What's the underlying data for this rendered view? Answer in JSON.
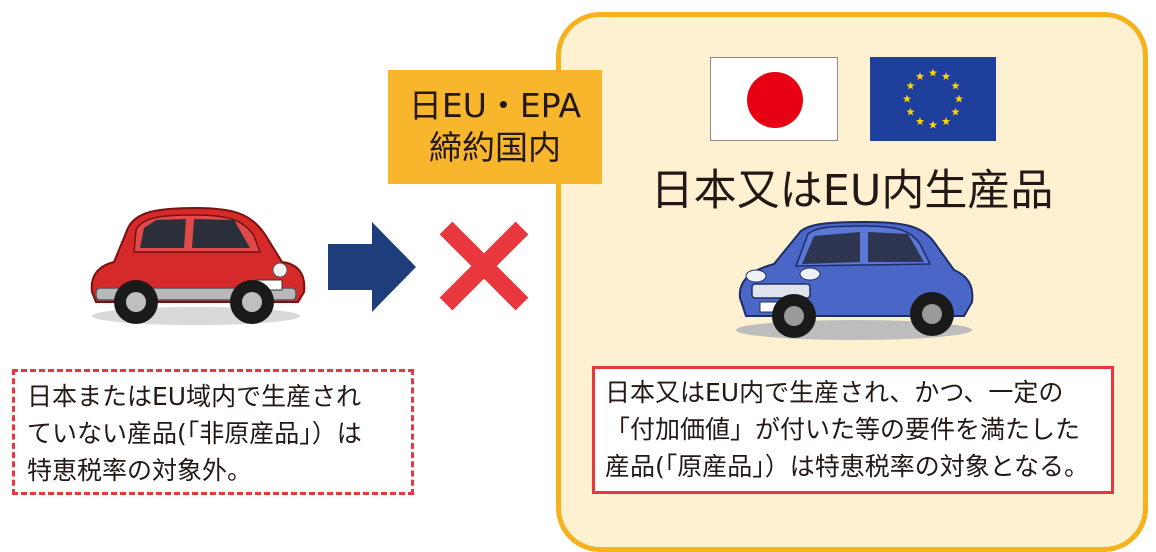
{
  "badge": {
    "line1": "日EU・EPA",
    "line2": "締約国内"
  },
  "right_panel": {
    "title": "日本又はEU内生産品",
    "description_lines": [
      "日本又はEU内で生産され、かつ、一定の",
      "「付加価値」が付いた等の要件を満たした",
      "産品(「原産品」）は特恵税率の対象となる。"
    ]
  },
  "left_box": {
    "description_lines": [
      "日本またはEU域内で生産され",
      "ていない産品(「非原産品」）は",
      "特恵税率の対象外。"
    ]
  },
  "icons": {
    "red_car": "red-vintage-car-icon",
    "blue_car": "blue-compact-car-icon",
    "arrow": "right-arrow-icon",
    "cross": "red-x-icon",
    "japan_flag": "japan-flag-icon",
    "eu_flag": "eu-flag-icon"
  },
  "colors": {
    "panel_bg": "#fdf1d2",
    "panel_border": "#f5b21c",
    "badge_bg": "#f8b62d",
    "arrow": "#1d3e7a",
    "cross": "#e8383d",
    "box_border": "#e8383d",
    "eu_blue": "#1f3f9c",
    "eu_star": "#ffd400",
    "japan_red": "#e60012"
  }
}
